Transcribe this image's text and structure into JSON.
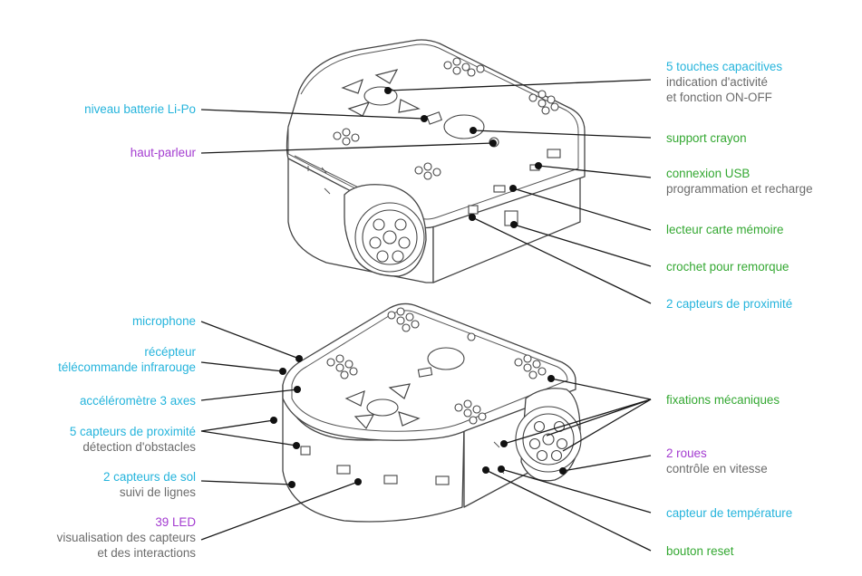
{
  "colors": {
    "blue": "#25b4dc",
    "green": "#34a832",
    "purple": "#a33bd0",
    "gray": "#6b6b6b",
    "outline": "#444444"
  },
  "labels_right": [
    {
      "id": "touches",
      "title": "5 touches capacitives",
      "lines": [
        "indication d'activité",
        "et fonction ON-OFF"
      ],
      "color": "blue"
    },
    {
      "id": "crayon",
      "title": "support crayon",
      "lines": [],
      "color": "green"
    },
    {
      "id": "usb",
      "title": "connexion USB",
      "lines": [
        "programmation et recharge"
      ],
      "color": "green"
    },
    {
      "id": "carte",
      "title": "lecteur carte mémoire",
      "lines": [],
      "color": "green"
    },
    {
      "id": "crochet",
      "title": "crochet pour remorque",
      "lines": [],
      "color": "green"
    },
    {
      "id": "prox2",
      "title": "2 capteurs de proximité",
      "lines": [],
      "color": "blue"
    },
    {
      "id": "fixations",
      "title": "fixations mécaniques",
      "lines": [],
      "color": "green"
    },
    {
      "id": "roues",
      "title": "2 roues",
      "lines": [
        "contrôle en vitesse"
      ],
      "color": "purple"
    },
    {
      "id": "temp",
      "title": "capteur de température",
      "lines": [],
      "color": "blue"
    },
    {
      "id": "reset",
      "title": "bouton reset",
      "lines": [],
      "color": "green"
    }
  ],
  "labels_left": [
    {
      "id": "batterie",
      "title": "niveau batterie Li-Po",
      "lines": [],
      "color": "blue"
    },
    {
      "id": "hp",
      "title": "haut-parleur",
      "lines": [],
      "color": "purple"
    },
    {
      "id": "micro",
      "title": "microphone",
      "lines": [],
      "color": "blue"
    },
    {
      "id": "recepteur",
      "title": "récépteur",
      "lines": [],
      "color": "blue"
    },
    {
      "id": "telecommande",
      "title": "télécommande infrarouge",
      "lines": [],
      "color": "blue"
    },
    {
      "id": "accel",
      "title": "accéléromètre 3 axes",
      "lines": [],
      "color": "blue"
    },
    {
      "id": "prox5",
      "title": "5 capteurs de proximité",
      "lines": [
        "détection d'obstacles"
      ],
      "color": "blue"
    },
    {
      "id": "sol",
      "title": "2 capteurs de sol",
      "lines": [
        "suivi de lignes"
      ],
      "color": "blue"
    },
    {
      "id": "led",
      "title": "39 LED",
      "lines": [
        "visualisation des capteurs",
        "et des interactions"
      ],
      "color": "purple"
    }
  ]
}
